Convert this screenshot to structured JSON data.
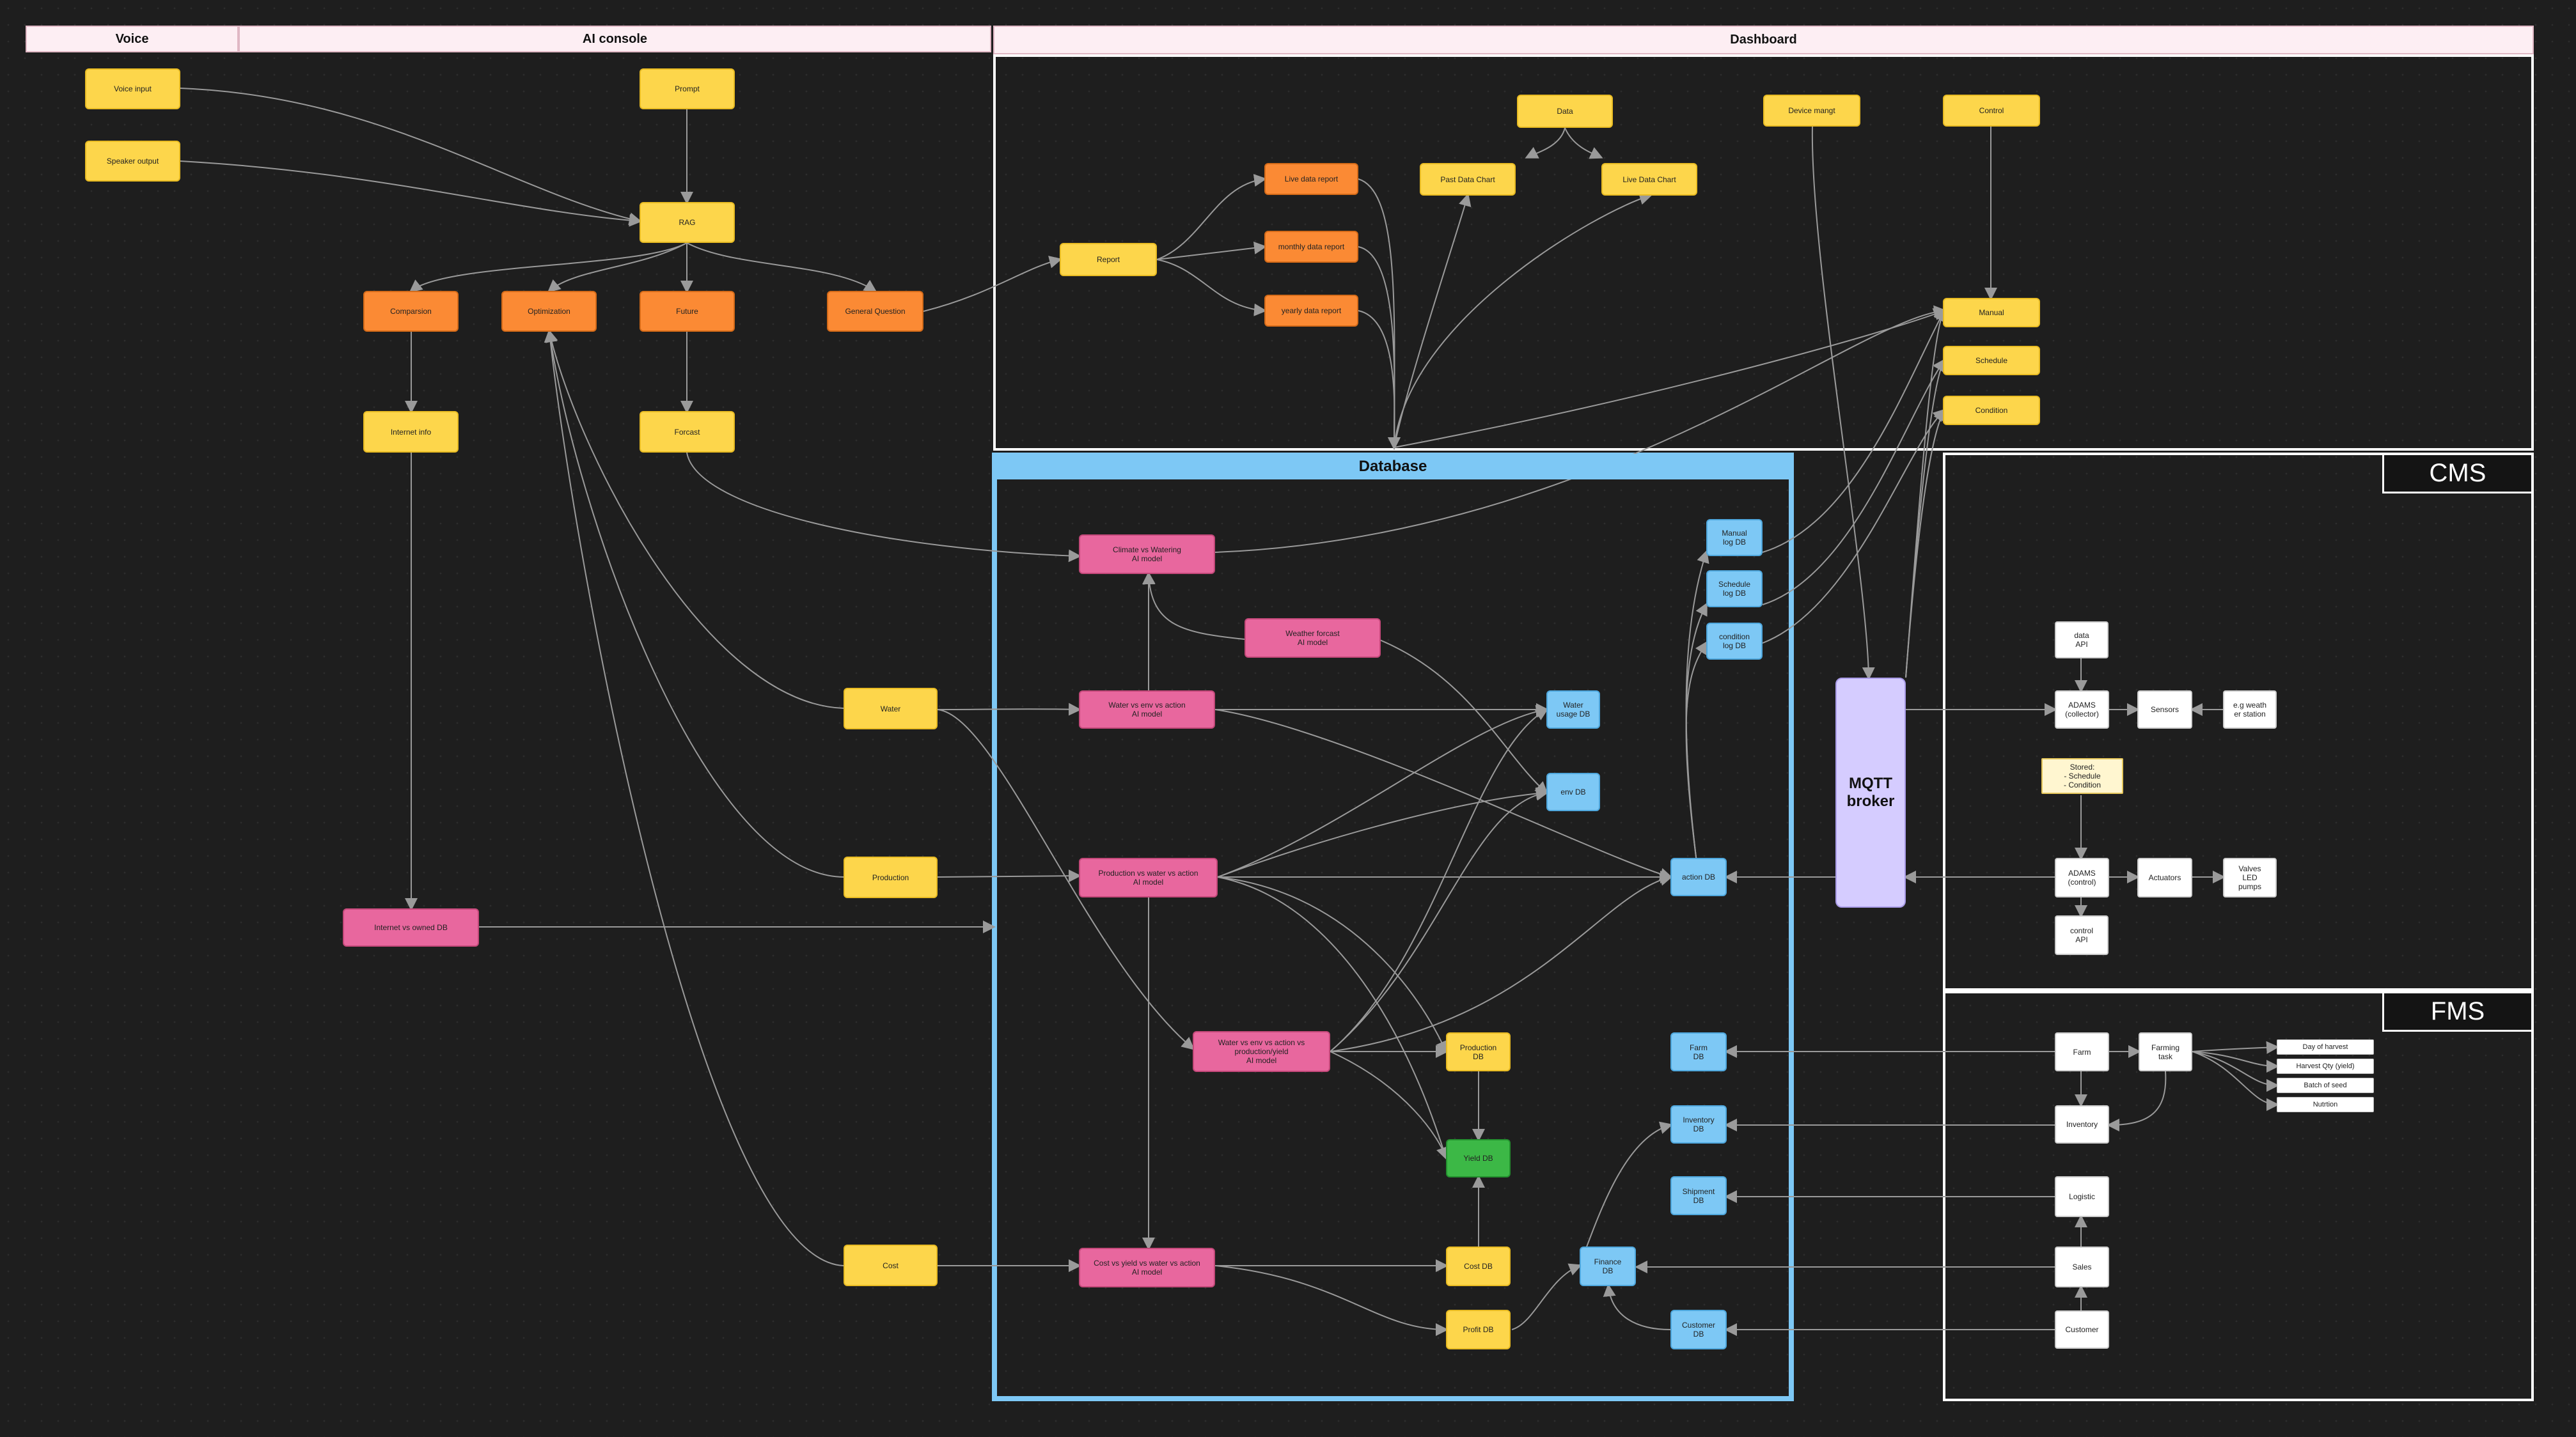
{
  "headers": {
    "voice": "Voice",
    "ai_console": "AI console",
    "dashboard": "Dashboard",
    "database": "Database"
  },
  "sections": {
    "cms": "CMS",
    "fms": "FMS"
  },
  "nodes": {
    "voice_input": "Voice input",
    "speaker_output": "Speaker output",
    "prompt": "Prompt",
    "rag": "RAG",
    "comparsion": "Comparsion",
    "optimization": "Optimization",
    "future": "Future",
    "general_question": "General Question",
    "internet_info": "Internet info",
    "forcast": "Forcast",
    "internet_vs_owned_db": "Internet vs owned DB",
    "water": "Water",
    "production": "Production",
    "cost": "Cost",
    "report": "Report",
    "live_data_report": "Live data report",
    "monthly_data_report": "monthly data report",
    "yearly_data_report": "yearly data report",
    "past_data_chart": "Past Data Chart",
    "data": "Data",
    "live_data_chart": "Live Data Chart",
    "device_mangt": "Device mangt",
    "control": "Control",
    "manual": "Manual",
    "schedule": "Schedule",
    "condition": "Condition",
    "climate_ai": "Climate vs Watering\nAI model",
    "weather_ai": "Weather forcast\nAI model",
    "water_env_ai": "Water vs env vs action\nAI model",
    "production_ai": "Production vs water vs action\nAI model",
    "water_prod_ai": "Water vs env vs action vs\nproduction/yield\nAI model",
    "cost_ai": "Cost vs yield vs water vs action\nAI model",
    "manual_log_db": "Manual\nlog DB",
    "schedule_log_db": "Schedule\nlog DB",
    "condition_log_db": "condition\nlog DB",
    "water_usage_db": "Water\nusage DB",
    "env_db": "env DB",
    "action_db": "action DB",
    "production_db": "Production\nDB",
    "yield_db": "Yield DB",
    "cost_db": "Cost DB",
    "profit_db": "Profit DB",
    "farm_db": "Farm\nDB",
    "inventory_db": "Inventory\nDB",
    "shipment_db": "Shipment\nDB",
    "finance_db": "Finance\nDB",
    "customer_db": "Customer\nDB",
    "mqtt": "MQTT\nbroker",
    "data_api": "data\nAPI",
    "adams_collector": "ADAMS\n(collector)",
    "sensors": "Sensors",
    "eg_weather": "e.g weath\ner station",
    "stored": "Stored:\n- Schedule\n- Condition",
    "adams_control": "ADAMS\n(control)",
    "actuators": "Actuators",
    "valves": "Valves\nLED\npumps",
    "control_api": "control\nAPI",
    "farm": "Farm",
    "farming_task": "Farming\ntask",
    "day_of_harvest": "Day of harvest",
    "harvest_qty": "Harvest Qty (yield)",
    "batch_of_seed": "Batch of seed",
    "nutrtion": "Nutrtion",
    "inventory": "Inventory",
    "logistic": "Logistic",
    "sales": "Sales",
    "customer": "Customer"
  }
}
